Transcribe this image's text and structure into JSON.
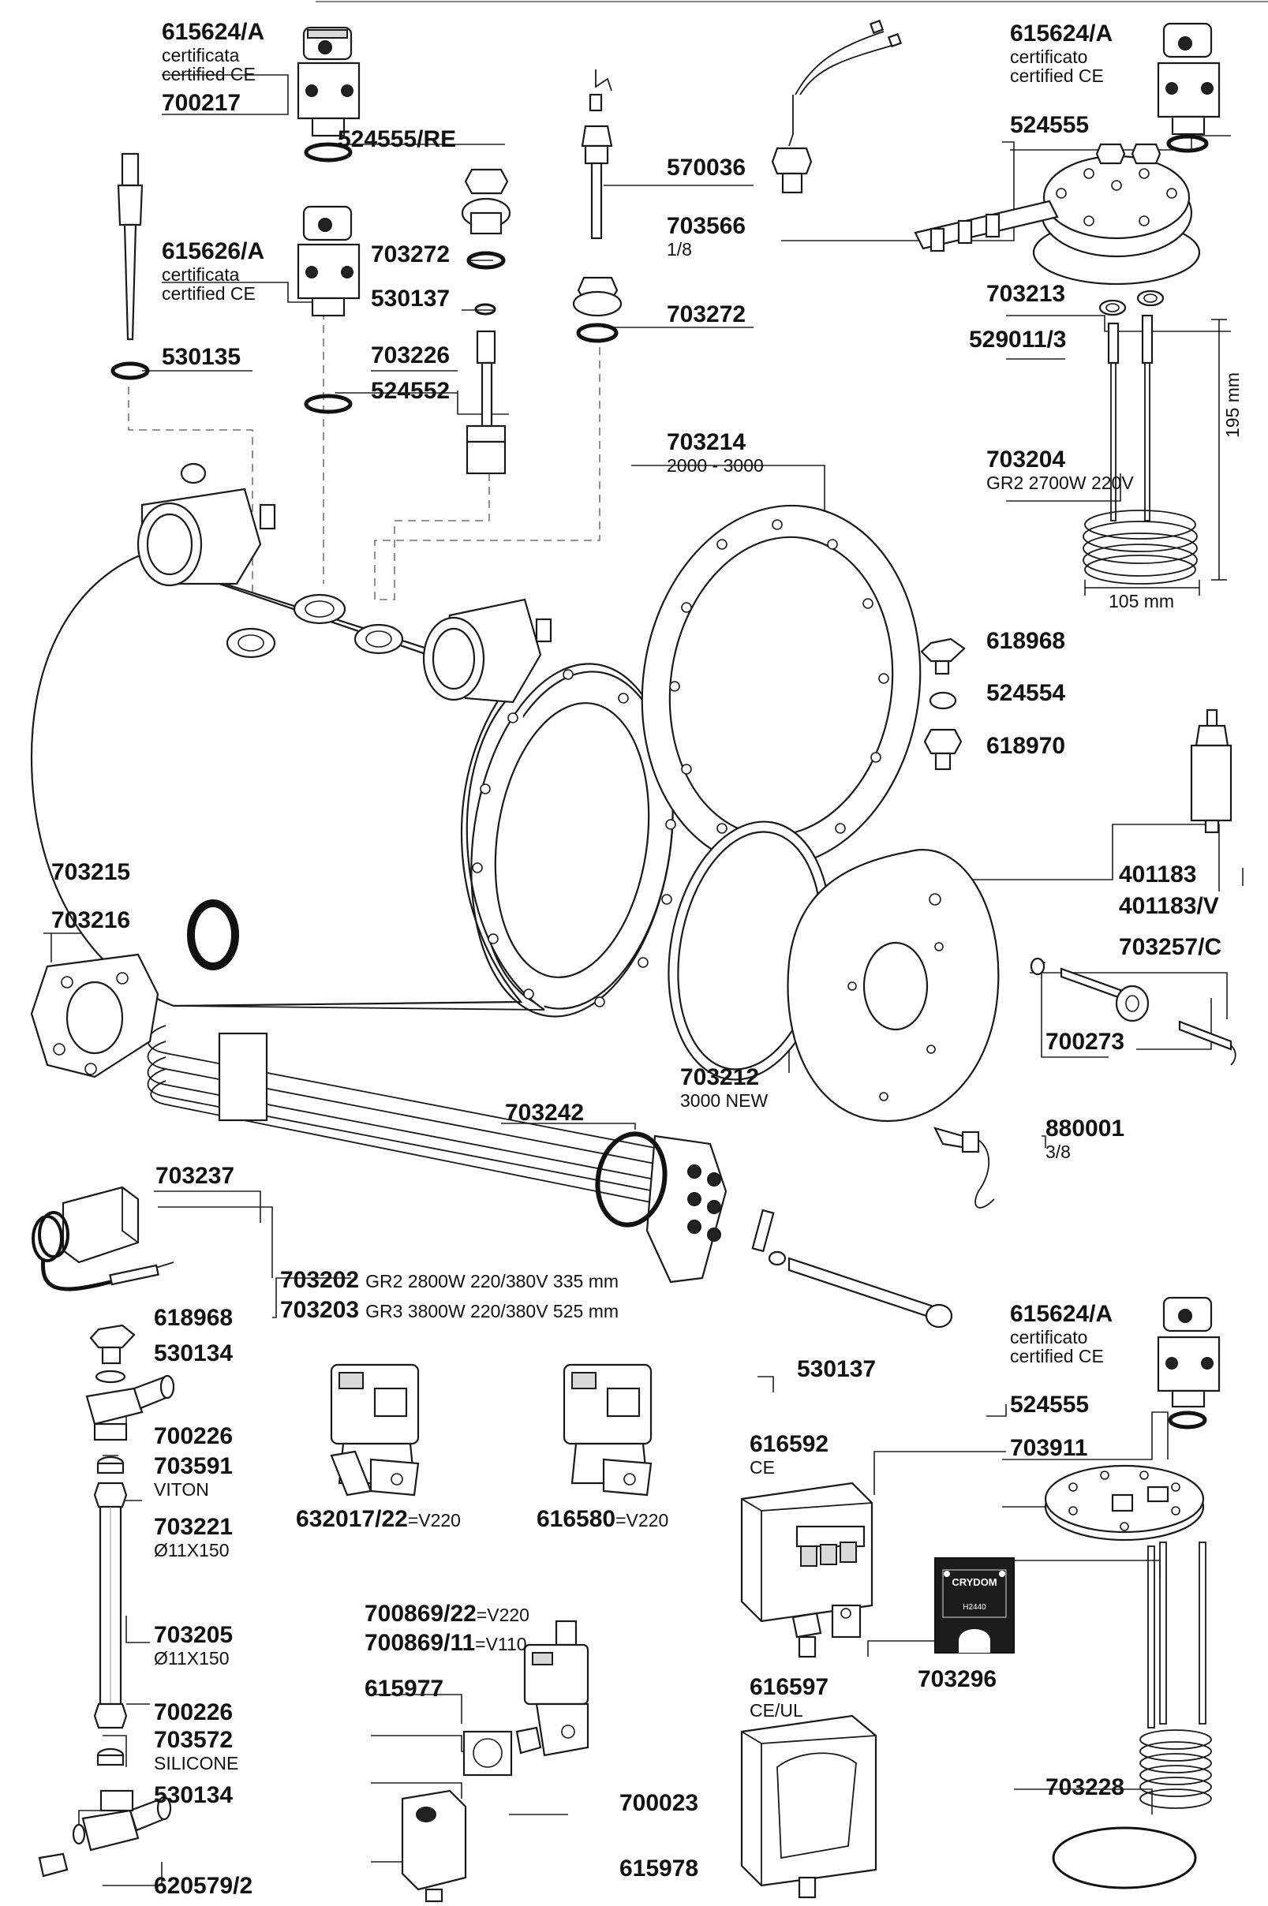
{
  "labels": [
    {
      "id": "615624-a-top-left",
      "code": "615624/A",
      "sub": [
        "certificata",
        "certified  CE"
      ]
    },
    {
      "id": "700217",
      "code": "700217"
    },
    {
      "id": "524555-re",
      "code": "524555/RE"
    },
    {
      "id": "615626-a",
      "code": "615626/A",
      "sub": [
        "certificata",
        "certified  CE"
      ]
    },
    {
      "id": "703272-left",
      "code": "703272"
    },
    {
      "id": "530137-top",
      "code": "530137"
    },
    {
      "id": "703226",
      "code": "703226"
    },
    {
      "id": "524552",
      "code": "524552"
    },
    {
      "id": "530135",
      "code": "530135"
    },
    {
      "id": "570036",
      "code": "570036"
    },
    {
      "id": "703566",
      "code": "703566",
      "sub": [
        "1/8"
      ]
    },
    {
      "id": "703272-right",
      "code": "703272"
    },
    {
      "id": "703214",
      "code": "703214",
      "sub": [
        "2000 - 3000"
      ]
    },
    {
      "id": "615624-a-top-right",
      "code": "615624/A",
      "sub": [
        "certificato",
        "certified  CE"
      ]
    },
    {
      "id": "524555-top",
      "code": "524555"
    },
    {
      "id": "703213",
      "code": "703213"
    },
    {
      "id": "529011-3",
      "code": "529011/3"
    },
    {
      "id": "703204",
      "code": "703204",
      "sub": [
        "GR2 2700W 220V"
      ]
    },
    {
      "id": "618968-right",
      "code": "618968"
    },
    {
      "id": "524554",
      "code": "524554"
    },
    {
      "id": "618970",
      "code": "618970"
    },
    {
      "id": "401183",
      "code": "401183"
    },
    {
      "id": "401183-v",
      "code": "401183/V"
    },
    {
      "id": "703257-c",
      "code": "703257/C"
    },
    {
      "id": "700273",
      "code": "700273"
    },
    {
      "id": "703215",
      "code": "703215"
    },
    {
      "id": "703216",
      "code": "703216"
    },
    {
      "id": "703212",
      "code": "703212",
      "sub": [
        "3000 NEW"
      ]
    },
    {
      "id": "880001",
      "code": "880001",
      "sub": [
        "3/8"
      ]
    },
    {
      "id": "703242",
      "code": "703242"
    },
    {
      "id": "703237",
      "code": "703237"
    },
    {
      "id": "703202",
      "code": "703202",
      "suffix": "GR2 2800W 220/380V 335 mm"
    },
    {
      "id": "703203",
      "code": "703203",
      "suffix": "GR3 3800W 220/380V 525 mm"
    },
    {
      "id": "618968-left",
      "code": "618968"
    },
    {
      "id": "530134-top",
      "code": "530134"
    },
    {
      "id": "700226-top",
      "code": "700226"
    },
    {
      "id": "703591",
      "code": "703591",
      "sub": [
        "VITON"
      ]
    },
    {
      "id": "703221",
      "code": "703221",
      "sub": [
        "Ø11X150"
      ]
    },
    {
      "id": "703205",
      "code": "703205",
      "sub": [
        "Ø11X150"
      ]
    },
    {
      "id": "700226-bottom",
      "code": "700226"
    },
    {
      "id": "703572",
      "code": "703572",
      "sub": [
        "SILICONE"
      ]
    },
    {
      "id": "530134-bottom",
      "code": "530134"
    },
    {
      "id": "620579-2",
      "code": "620579/2"
    },
    {
      "id": "530137-bottom",
      "code": "530137"
    },
    {
      "id": "632017-22",
      "code": "632017/22",
      "suffix": "=V220"
    },
    {
      "id": "616580",
      "code": "616580",
      "suffix": "=V220"
    },
    {
      "id": "615624-a-bottom",
      "code": "615624/A",
      "sub": [
        "certificato",
        "certified  CE"
      ]
    },
    {
      "id": "524555-bottom",
      "code": "524555"
    },
    {
      "id": "703911",
      "code": "703911"
    },
    {
      "id": "616592",
      "code": "616592",
      "sub": [
        "CE"
      ]
    },
    {
      "id": "700869-22",
      "code": "700869/22",
      "suffix": "=V220"
    },
    {
      "id": "700869-11",
      "code": "700869/11",
      "suffix": "=V110"
    },
    {
      "id": "615977",
      "code": "615977"
    },
    {
      "id": "700023",
      "code": "700023"
    },
    {
      "id": "615978",
      "code": "615978"
    },
    {
      "id": "616597",
      "code": "616597",
      "sub": [
        "CE/UL"
      ]
    },
    {
      "id": "703296",
      "code": "703296"
    },
    {
      "id": "703228",
      "code": "703228"
    }
  ],
  "dimensions": {
    "height": "195 mm",
    "width": "105 mm"
  },
  "relay_markings": {
    "brand": "CRYDOM",
    "model": "H2440"
  }
}
